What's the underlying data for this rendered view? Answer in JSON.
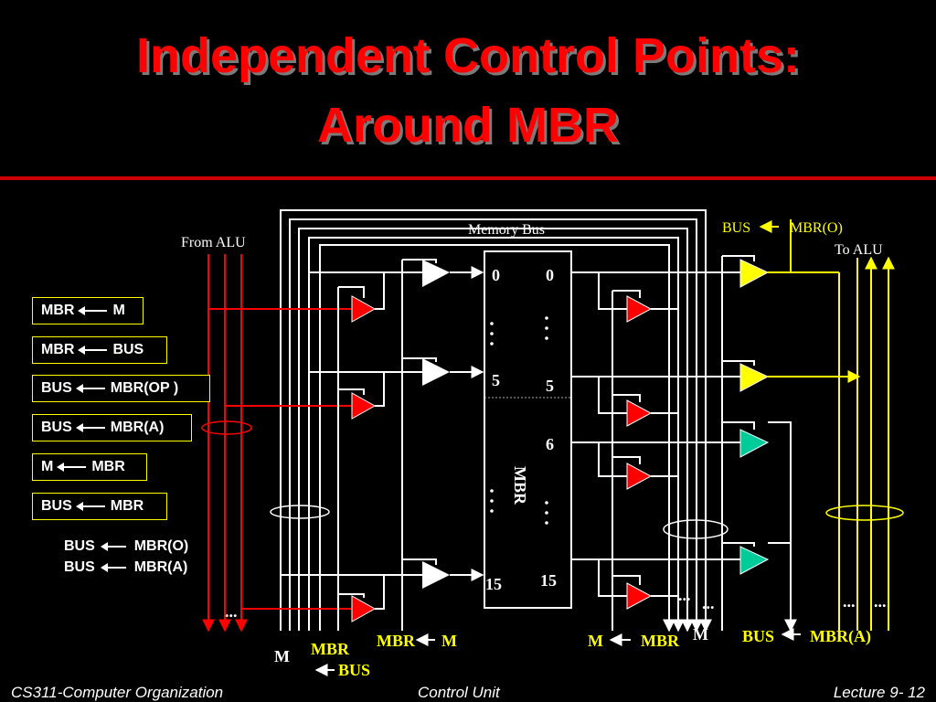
{
  "title": {
    "line1": "Independent Control Points:",
    "line2": "Around MBR"
  },
  "control_signals": [
    {
      "left": "MBR",
      "right": "M"
    },
    {
      "left": "MBR",
      "right": "BUS"
    },
    {
      "left": "BUS",
      "right": "MBR(OP )"
    },
    {
      "left": "BUS",
      "right": "MBR(A)"
    },
    {
      "left": "M",
      "right": "MBR"
    },
    {
      "left": "BUS",
      "right": "MBR"
    }
  ],
  "extra_signals": [
    {
      "left": "BUS",
      "right": "MBR(O)"
    },
    {
      "left": "BUS",
      "right": "MBR(A)"
    }
  ],
  "diagram": {
    "from_alu": "From ALU",
    "memory_bus": "Memory Bus",
    "to_alu": "To ALU",
    "mbr_label": "MBR",
    "ellipsis": "...",
    "mbr_rows": {
      "left_top": "0",
      "right_top": "0",
      "left_mid": "5",
      "right_mid": "5",
      "right_six": "6",
      "left_bottom": "15",
      "right_bottom": "15"
    },
    "top_right_signal": {
      "left": "BUS",
      "right": "MBR(O)"
    },
    "bottom_labels": {
      "m_left": "M",
      "mbr_left": "MBR",
      "bus": "BUS",
      "mbr_m": {
        "left": "MBR",
        "right": "M"
      },
      "m_mbr": {
        "left": "M",
        "right": "MBR"
      },
      "m_right": "M",
      "bus_mbr_a": {
        "left": "BUS",
        "right": "MBR(A)"
      }
    }
  },
  "footer": {
    "course": "CS311-Computer Organization",
    "topic": "Control Unit",
    "lecture": "Lecture 9- 12"
  },
  "colors": {
    "title": "#ff0000",
    "wire_white": "#ffffff",
    "wire_red": "#ff0000",
    "wire_yellow": "#ffff00",
    "gate_red": "#ff0000",
    "gate_yellow": "#ffff00",
    "gate_green": "#00cc99",
    "gate_white": "#ffffff",
    "label_yellow": "#ffff00"
  }
}
